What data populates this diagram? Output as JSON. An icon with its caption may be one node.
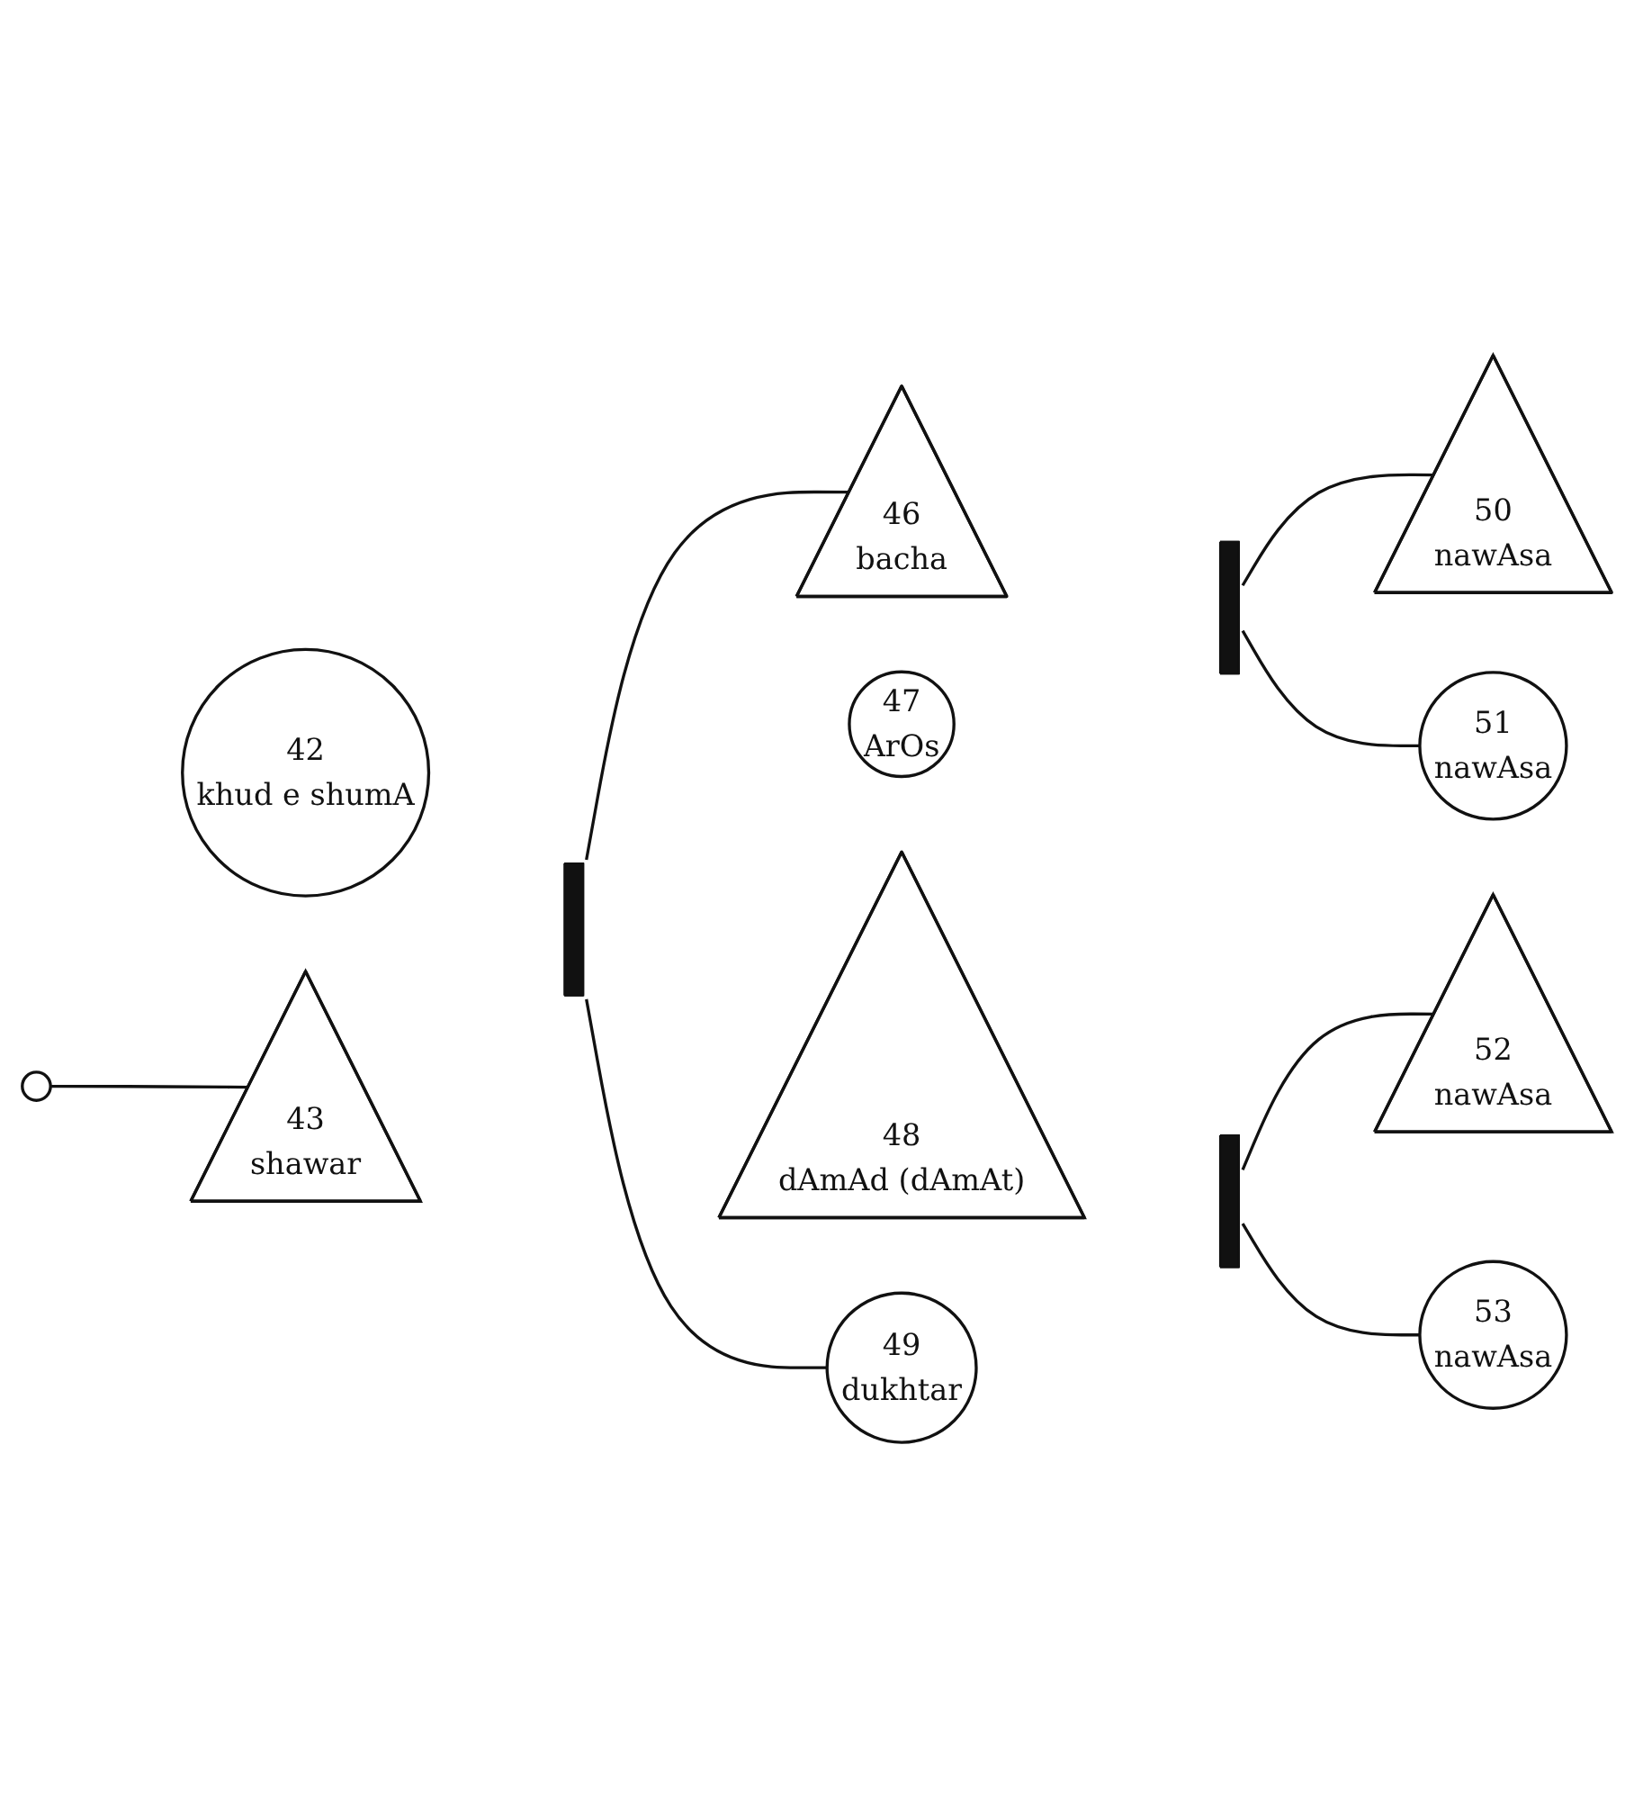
{
  "diagram": {
    "nodes": [
      {
        "text": [],
        "shape": "circle"
      },
      {
        "text": [
          "42",
          "khud e shumA"
        ]
      },
      {
        "text": [
          "43",
          "shawar"
        ]
      },
      {
        "text": [],
        "shape": "bar"
      },
      {
        "text": [
          "46",
          "bacha"
        ]
      },
      {
        "text": [
          "47",
          "ArOs"
        ]
      },
      {
        "text": [],
        "shape": "bar"
      },
      {
        "text": [
          "48",
          "dAmAd (dAmAt)"
        ]
      },
      {
        "text": [
          "49",
          "dukhtar"
        ]
      },
      {
        "text": [],
        "shape": "bar"
      },
      {
        "text": [
          "50",
          "nawAsa"
        ]
      },
      {
        "text": [
          "51",
          "nawAsa"
        ]
      },
      {
        "text": [
          "52",
          "nawAsa"
        ]
      },
      {
        "text": [
          "53",
          "nawAsa"
        ]
      }
    ],
    "edges": [
      {
        "from": 0,
        "to": 2,
        "arrow": "none"
      },
      {
        "from": 3,
        "to": 4,
        "arrow": "none"
      },
      {
        "from": 3,
        "to": 8,
        "arrow": "none"
      },
      {
        "from": 6,
        "to": 10,
        "arrow": "none"
      },
      {
        "from": 6,
        "to": 11,
        "arrow": "none"
      },
      {
        "from": 9,
        "to": 12,
        "arrow": "none"
      },
      {
        "from": 9,
        "to": 13,
        "arrow": "none"
      }
    ]
  }
}
